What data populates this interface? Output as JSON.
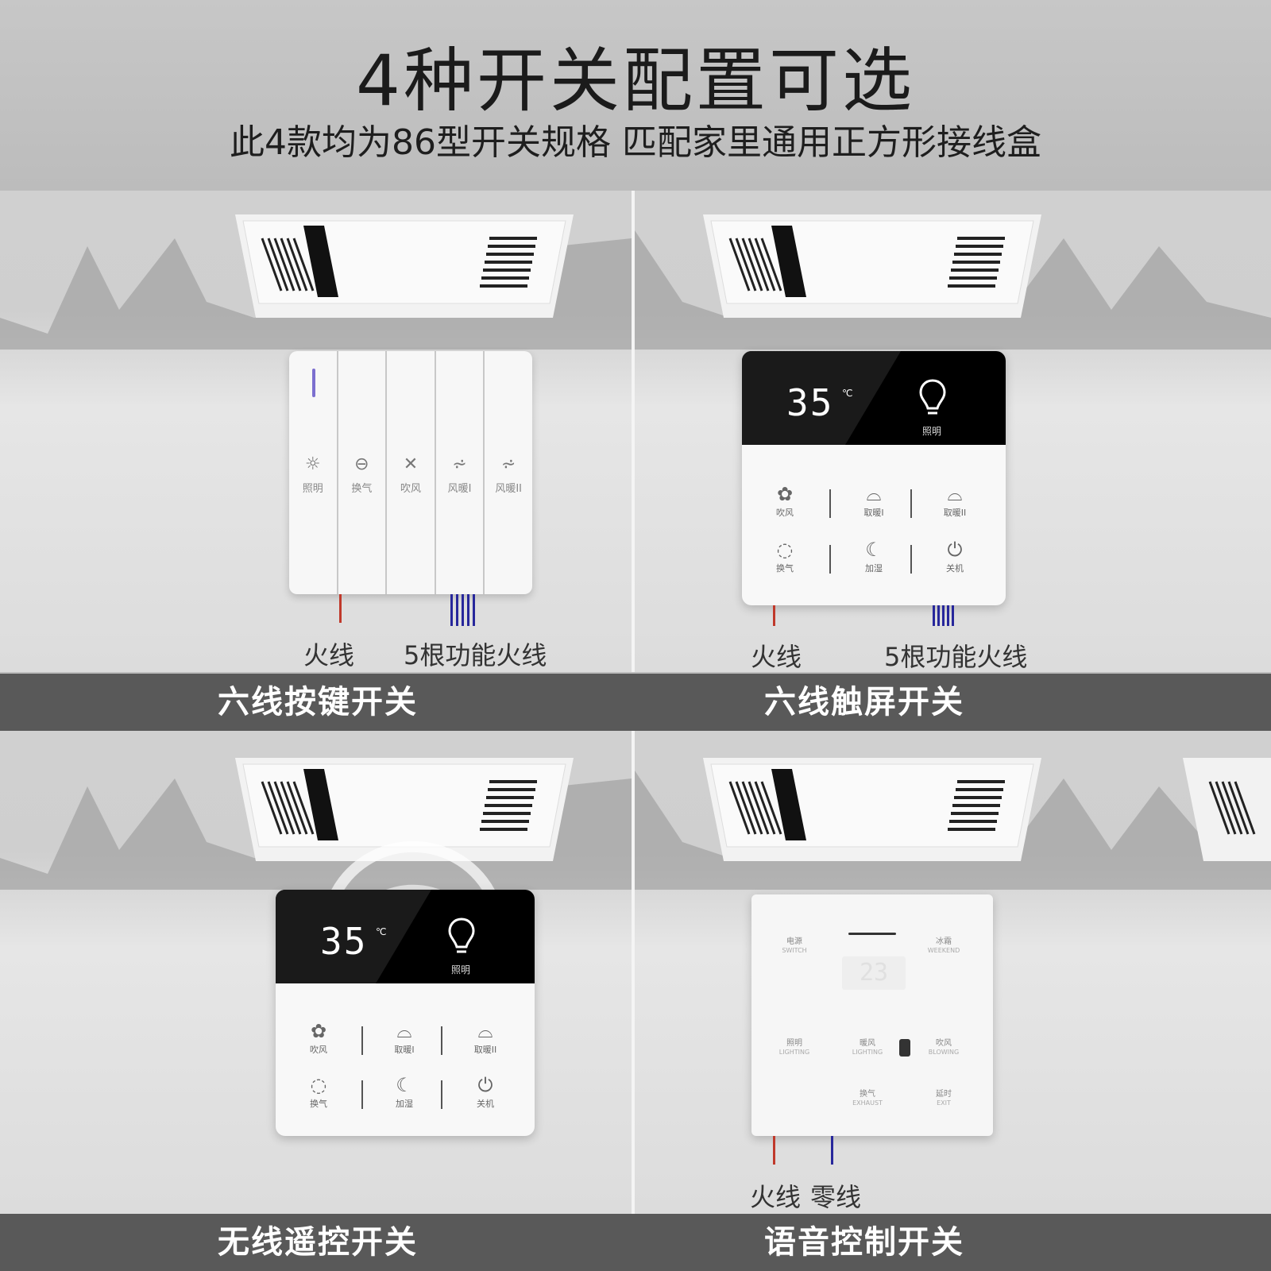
{
  "header": {
    "title": "4种开关配置可选",
    "subtitle": "此4款均为86型开关规格 匹配家里通用正方形接线盒"
  },
  "panels": {
    "p1": {
      "name": "六线按键开关",
      "wire_live": "火线",
      "wire_func": "5根功能火线",
      "keys": [
        {
          "icon": "☼",
          "label": "照明"
        },
        {
          "icon": "⊖",
          "label": "换气"
        },
        {
          "icon": "✕",
          "label": "吹风"
        },
        {
          "icon": "⩫",
          "label": "风暖I"
        },
        {
          "icon": "⩫",
          "label": "风暖II"
        }
      ]
    },
    "p2": {
      "name": "六线触屏开关",
      "wire_live": "火线",
      "wire_func": "5根功能火线",
      "temp": "35",
      "unit": "℃",
      "light_label": "照明",
      "buttons": [
        {
          "icon": "✿",
          "label": "吹风"
        },
        {
          "icon": "⌓",
          "label": "取暖I"
        },
        {
          "icon": "⌓",
          "label": "取暖II"
        },
        {
          "icon": "◌",
          "label": "换气"
        },
        {
          "icon": "☾",
          "label": "加湿"
        },
        {
          "icon": "⏻",
          "label": "关机"
        }
      ]
    },
    "p3": {
      "name": "无线遥控开关",
      "temp": "35",
      "unit": "℃",
      "light_label": "照明",
      "buttons": [
        {
          "icon": "✿",
          "label": "吹风"
        },
        {
          "icon": "⌓",
          "label": "取暖I"
        },
        {
          "icon": "⌓",
          "label": "取暖II"
        },
        {
          "icon": "◌",
          "label": "换气"
        },
        {
          "icon": "☾",
          "label": "加湿"
        },
        {
          "icon": "⏻",
          "label": "关机"
        }
      ]
    },
    "p4": {
      "name": "语音控制开关",
      "wire_live": "火线",
      "wire_neutral": "零线",
      "display": "23",
      "buttons": [
        {
          "label": "电源",
          "sub": "SWITCH"
        },
        {
          "label": "冰霜",
          "sub": "WEEKEND"
        },
        {
          "label": "照明",
          "sub": "LIGHTING"
        },
        {
          "label": "暖风",
          "sub": "LIGHTING"
        },
        {
          "label": "吹风",
          "sub": "BLOWING"
        },
        {
          "label": "换气",
          "sub": "EXHAUST"
        },
        {
          "label": "延时",
          "sub": "EXIT"
        }
      ]
    }
  },
  "colors": {
    "live_wire": "#c0392b",
    "func_wire": "#27279b",
    "bar": "#595959"
  }
}
